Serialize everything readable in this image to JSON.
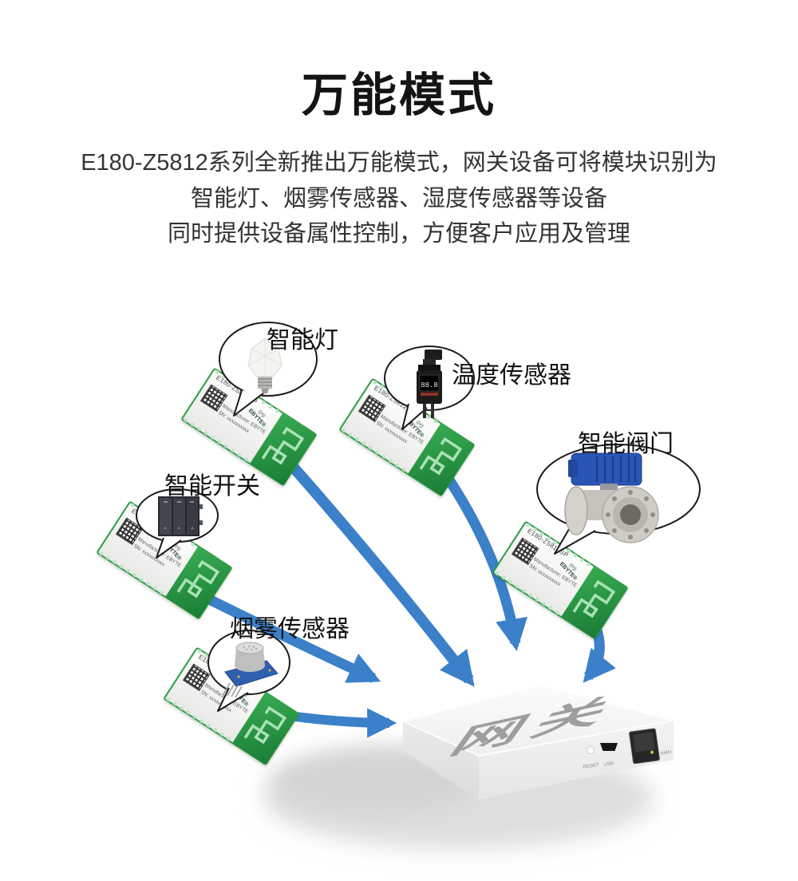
{
  "header": {
    "title": "万能模式",
    "description_lines": [
      "E180-Z5812系列全新推出万能模式，网关设备可将模块识别为",
      "智能灯、烟雾传感器、湿度传感器等设备",
      "同时提供设备属性控制，方便客户应用及管理"
    ]
  },
  "devices": [
    {
      "id": "smart-lamp",
      "label": "智能灯"
    },
    {
      "id": "temperature-sensor",
      "label": "温度传感器",
      "display": "88.8"
    },
    {
      "id": "smart-valve",
      "label": "智能阀门"
    },
    {
      "id": "smart-switch",
      "label": "智能开关"
    },
    {
      "id": "smoke-sensor",
      "label": "烟雾传感器"
    }
  ],
  "module": {
    "model": "E180-Z5812SP",
    "manufacturer": "Manufacturer: EBYTE",
    "sn": "SN: xxxxxxxxxx",
    "logo_mark": "((•))",
    "brand": "EBYTE®"
  },
  "gateway": {
    "label": "网关",
    "ports": [
      "RESET",
      "USB",
      "WAN"
    ]
  },
  "colors": {
    "arrow_blue": "#3b80c9",
    "pcb_green": "#2f9e46",
    "title_text": "#141414",
    "body_text": "#333333",
    "gateway_text": "#9a9a9a"
  }
}
